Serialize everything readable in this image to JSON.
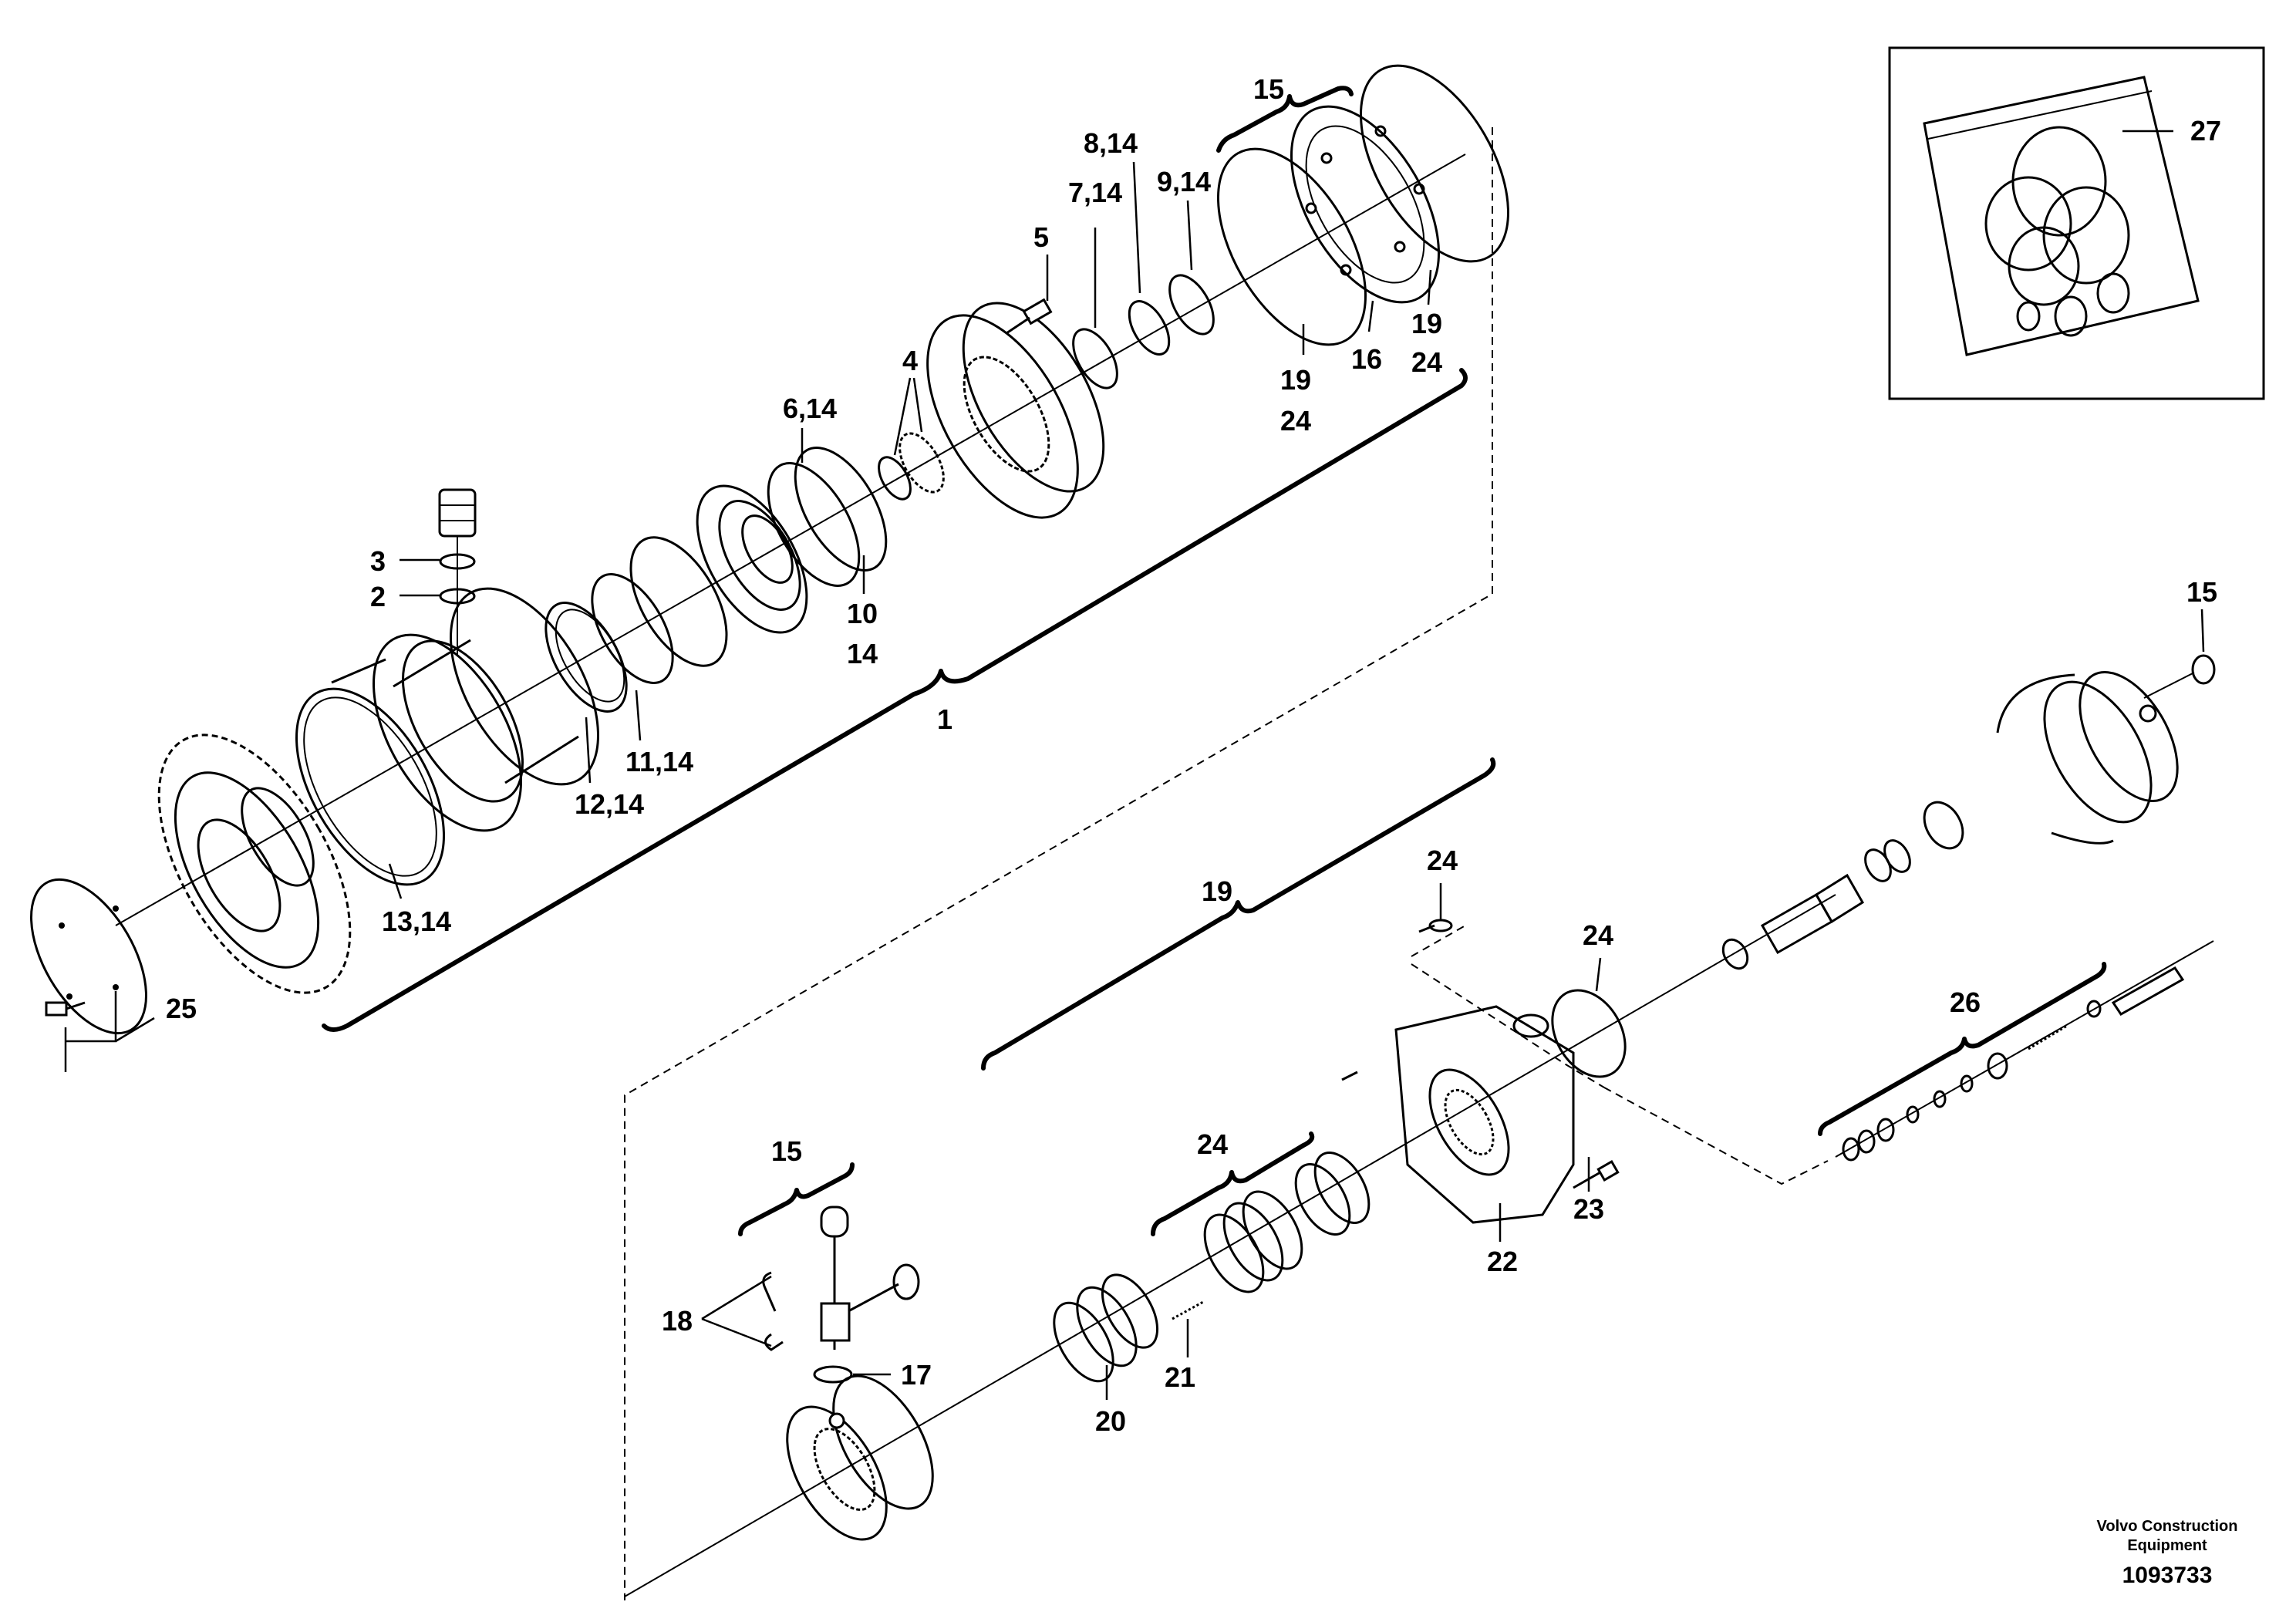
{
  "callouts": {
    "c1": "1",
    "c2": "2",
    "c3": "3",
    "c4": "4",
    "c5": "5",
    "c6_14": "6,14",
    "c7_14": "7,14",
    "c8_14": "8,14",
    "c9_14": "9,14",
    "c10": "10",
    "c10_14": "14",
    "c11_14": "11,14",
    "c12_14": "12,14",
    "c13_14": "13,14",
    "c15_top": "15",
    "c15_right": "15",
    "c15_lower": "15",
    "c16": "16",
    "c19_a": "19",
    "c24_a": "24",
    "c19_b": "19",
    "c24_b": "24",
    "c19_lower": "19",
    "c17": "17",
    "c18": "18",
    "c20": "20",
    "c21": "21",
    "c22": "22",
    "c23": "23",
    "c24_bolt": "24",
    "c24_oring": "24",
    "c24_springs": "24",
    "c25": "25",
    "c26": "26",
    "c27": "27"
  },
  "footer": {
    "company_line1": "Volvo Construction",
    "company_line2": "Equipment",
    "document_number": "1093733"
  }
}
